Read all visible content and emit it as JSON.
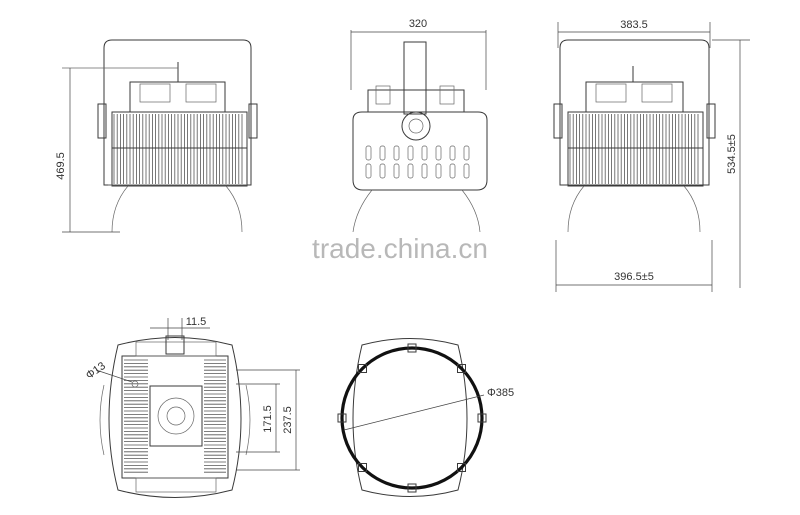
{
  "watermark": "trade.china.cn",
  "dimensions": {
    "front_height": "469.5",
    "side_width": "320",
    "rear_width": "383.5",
    "rear_height": "534.5±5",
    "rear_base_width": "396.5±5",
    "slot_width": "11.5",
    "hole_diameter": "Φ13",
    "hole_spacing_inner": "171.5",
    "hole_spacing_outer": "237.5",
    "ring_diameter": "Φ385"
  }
}
